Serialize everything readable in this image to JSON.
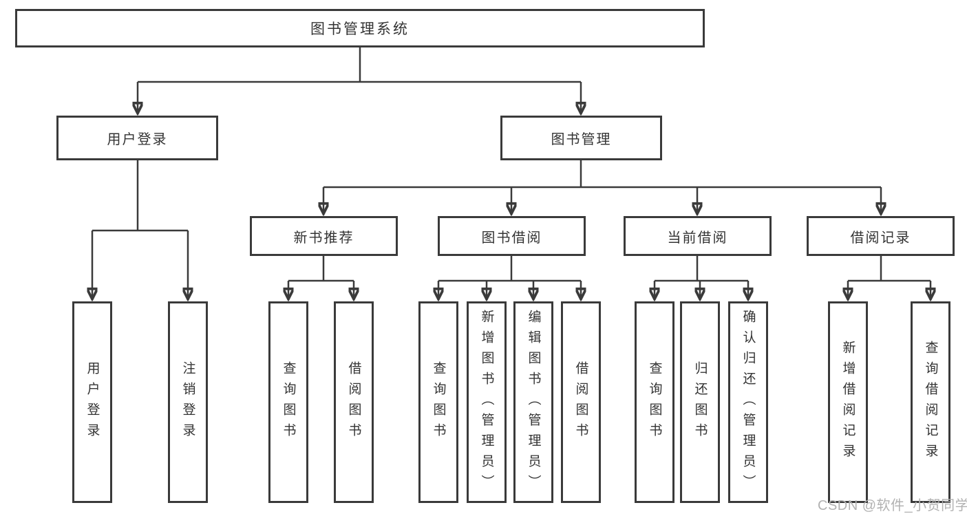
{
  "diagram": {
    "root": {
      "label": "图书管理系统"
    },
    "branches": [
      {
        "label": "用户登录",
        "children": [
          "用户登录",
          "注销登录"
        ]
      },
      {
        "label": "图书管理",
        "sections": [
          {
            "label": "新书推荐",
            "children": [
              "查询图书",
              "借阅图书"
            ]
          },
          {
            "label": "图书借阅",
            "children": [
              "查询图书",
              "新增图书（管理员）",
              "编辑图书（管理员）",
              "借阅图书"
            ]
          },
          {
            "label": "当前借阅",
            "children": [
              "查询图书",
              "归还图书",
              "确认归还（管理员）"
            ]
          },
          {
            "label": "借阅记录",
            "children": [
              "新增借阅记录",
              "查询借阅记录"
            ]
          }
        ]
      }
    ]
  },
  "watermark": {
    "text": "CSDN @软件_小贺同学"
  },
  "colors": {
    "line": "#3a3a3a",
    "box_border": "#3a3a3a",
    "text": "#333333",
    "watermark": "#b2b2b2",
    "background": "#ffffff"
  }
}
